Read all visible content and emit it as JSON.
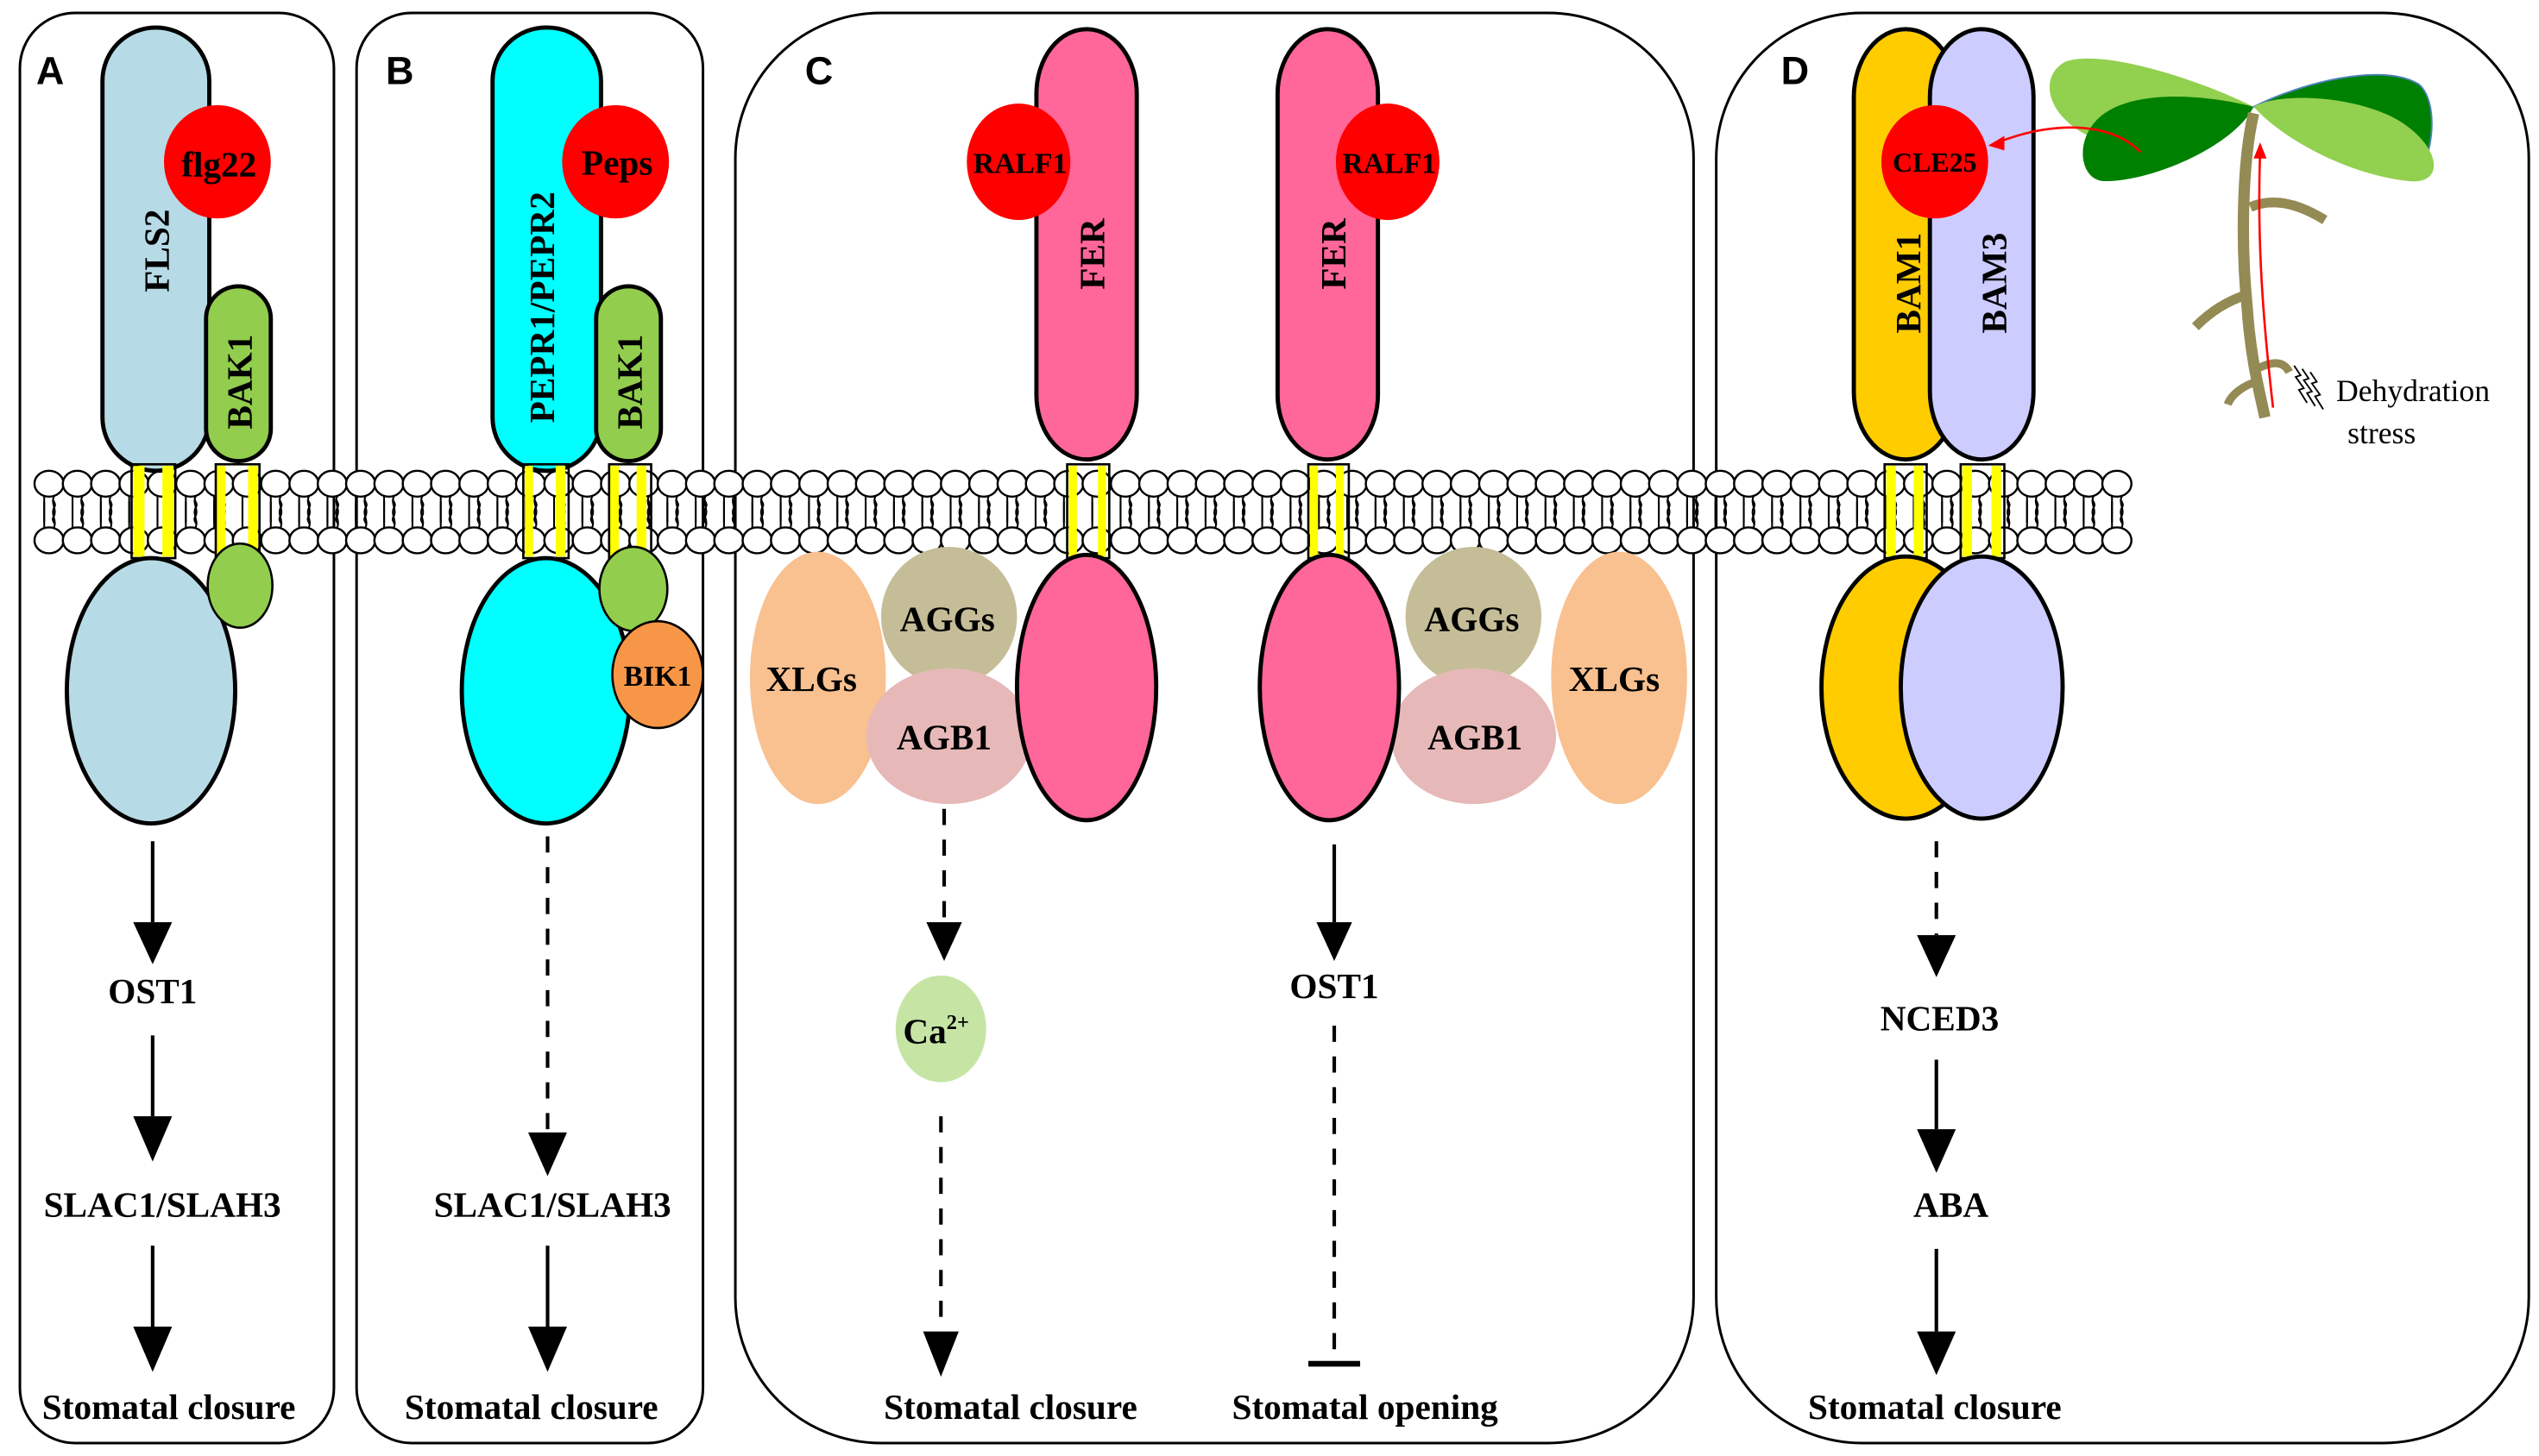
{
  "figure": {
    "description": "Receptor-like kinase signaling pathways regulating stomatal movement",
    "colors": {
      "ligand": "#ff0000",
      "fls2": "#b7dbe6",
      "bak1": "#92cd4d",
      "pepr": "#00ffff",
      "bik1": "#f79646",
      "fer": "#ff6699",
      "xlgs": "#f9c090",
      "aggs": "#c4bd97",
      "agb1": "#e6b9b8",
      "calcium": "#c6e5a5",
      "bam1": "#ffcc00",
      "bam3": "#ccccff",
      "tm_segment": "#ffff00",
      "leaf_light": "#92d050",
      "leaf_dark": "#008000",
      "stem": "#948a54",
      "signal_arrow": "#ff0000"
    }
  },
  "panels": {
    "A": {
      "letter": "A",
      "receptor": "FLS2",
      "ligand": "flg22",
      "coreceptor": "BAK1",
      "pathway": [
        {
          "label": "OST1",
          "arrow_in": "solid"
        },
        {
          "label": "SLAC1/SLAH3",
          "arrow_in": "solid"
        },
        {
          "label": "Stomatal closure",
          "arrow_in": "solid"
        }
      ]
    },
    "B": {
      "letter": "B",
      "receptor": "PEPR1/PEPR2",
      "ligand": "Peps",
      "coreceptor": "BAK1",
      "kinase": "BIK1",
      "pathway": [
        {
          "label": "SLAC1/SLAH3",
          "arrow_in": "dashed"
        },
        {
          "label": "Stomatal closure",
          "arrow_in": "solid"
        }
      ]
    },
    "C": {
      "letter": "C",
      "left": {
        "receptor": "FER",
        "ligand": "RALF1",
        "g_proteins": [
          "XLGs",
          "AGGs",
          "AGB1"
        ],
        "second_messenger": "Ca",
        "second_messenger_sup": "2+",
        "pathway": [
          {
            "label": "Ca2+",
            "arrow_in": "dashed"
          },
          {
            "label": "Stomatal closure",
            "arrow_in": "dashed"
          }
        ],
        "outcome": "Stomatal closure"
      },
      "right": {
        "receptor": "FER",
        "ligand": "RALF1",
        "g_proteins": [
          "AGGs",
          "AGB1",
          "XLGs"
        ],
        "pathway": [
          {
            "label": "OST1",
            "arrow_in": "solid"
          },
          {
            "label": "Stomatal opening",
            "arrow_in": "dashed-inhibition"
          }
        ],
        "intermediate": "OST1",
        "outcome": "Stomatal opening"
      }
    },
    "D": {
      "letter": "D",
      "receptors": [
        "BAM1",
        "BAM3"
      ],
      "ligand": "CLE25",
      "stress_label_line1": "Dehydration",
      "stress_label_line2": "stress",
      "pathway": [
        {
          "label": "NCED3",
          "arrow_in": "dashed"
        },
        {
          "label": "ABA",
          "arrow_in": "solid"
        },
        {
          "label": "Stomatal closure",
          "arrow_in": "solid"
        }
      ]
    }
  }
}
